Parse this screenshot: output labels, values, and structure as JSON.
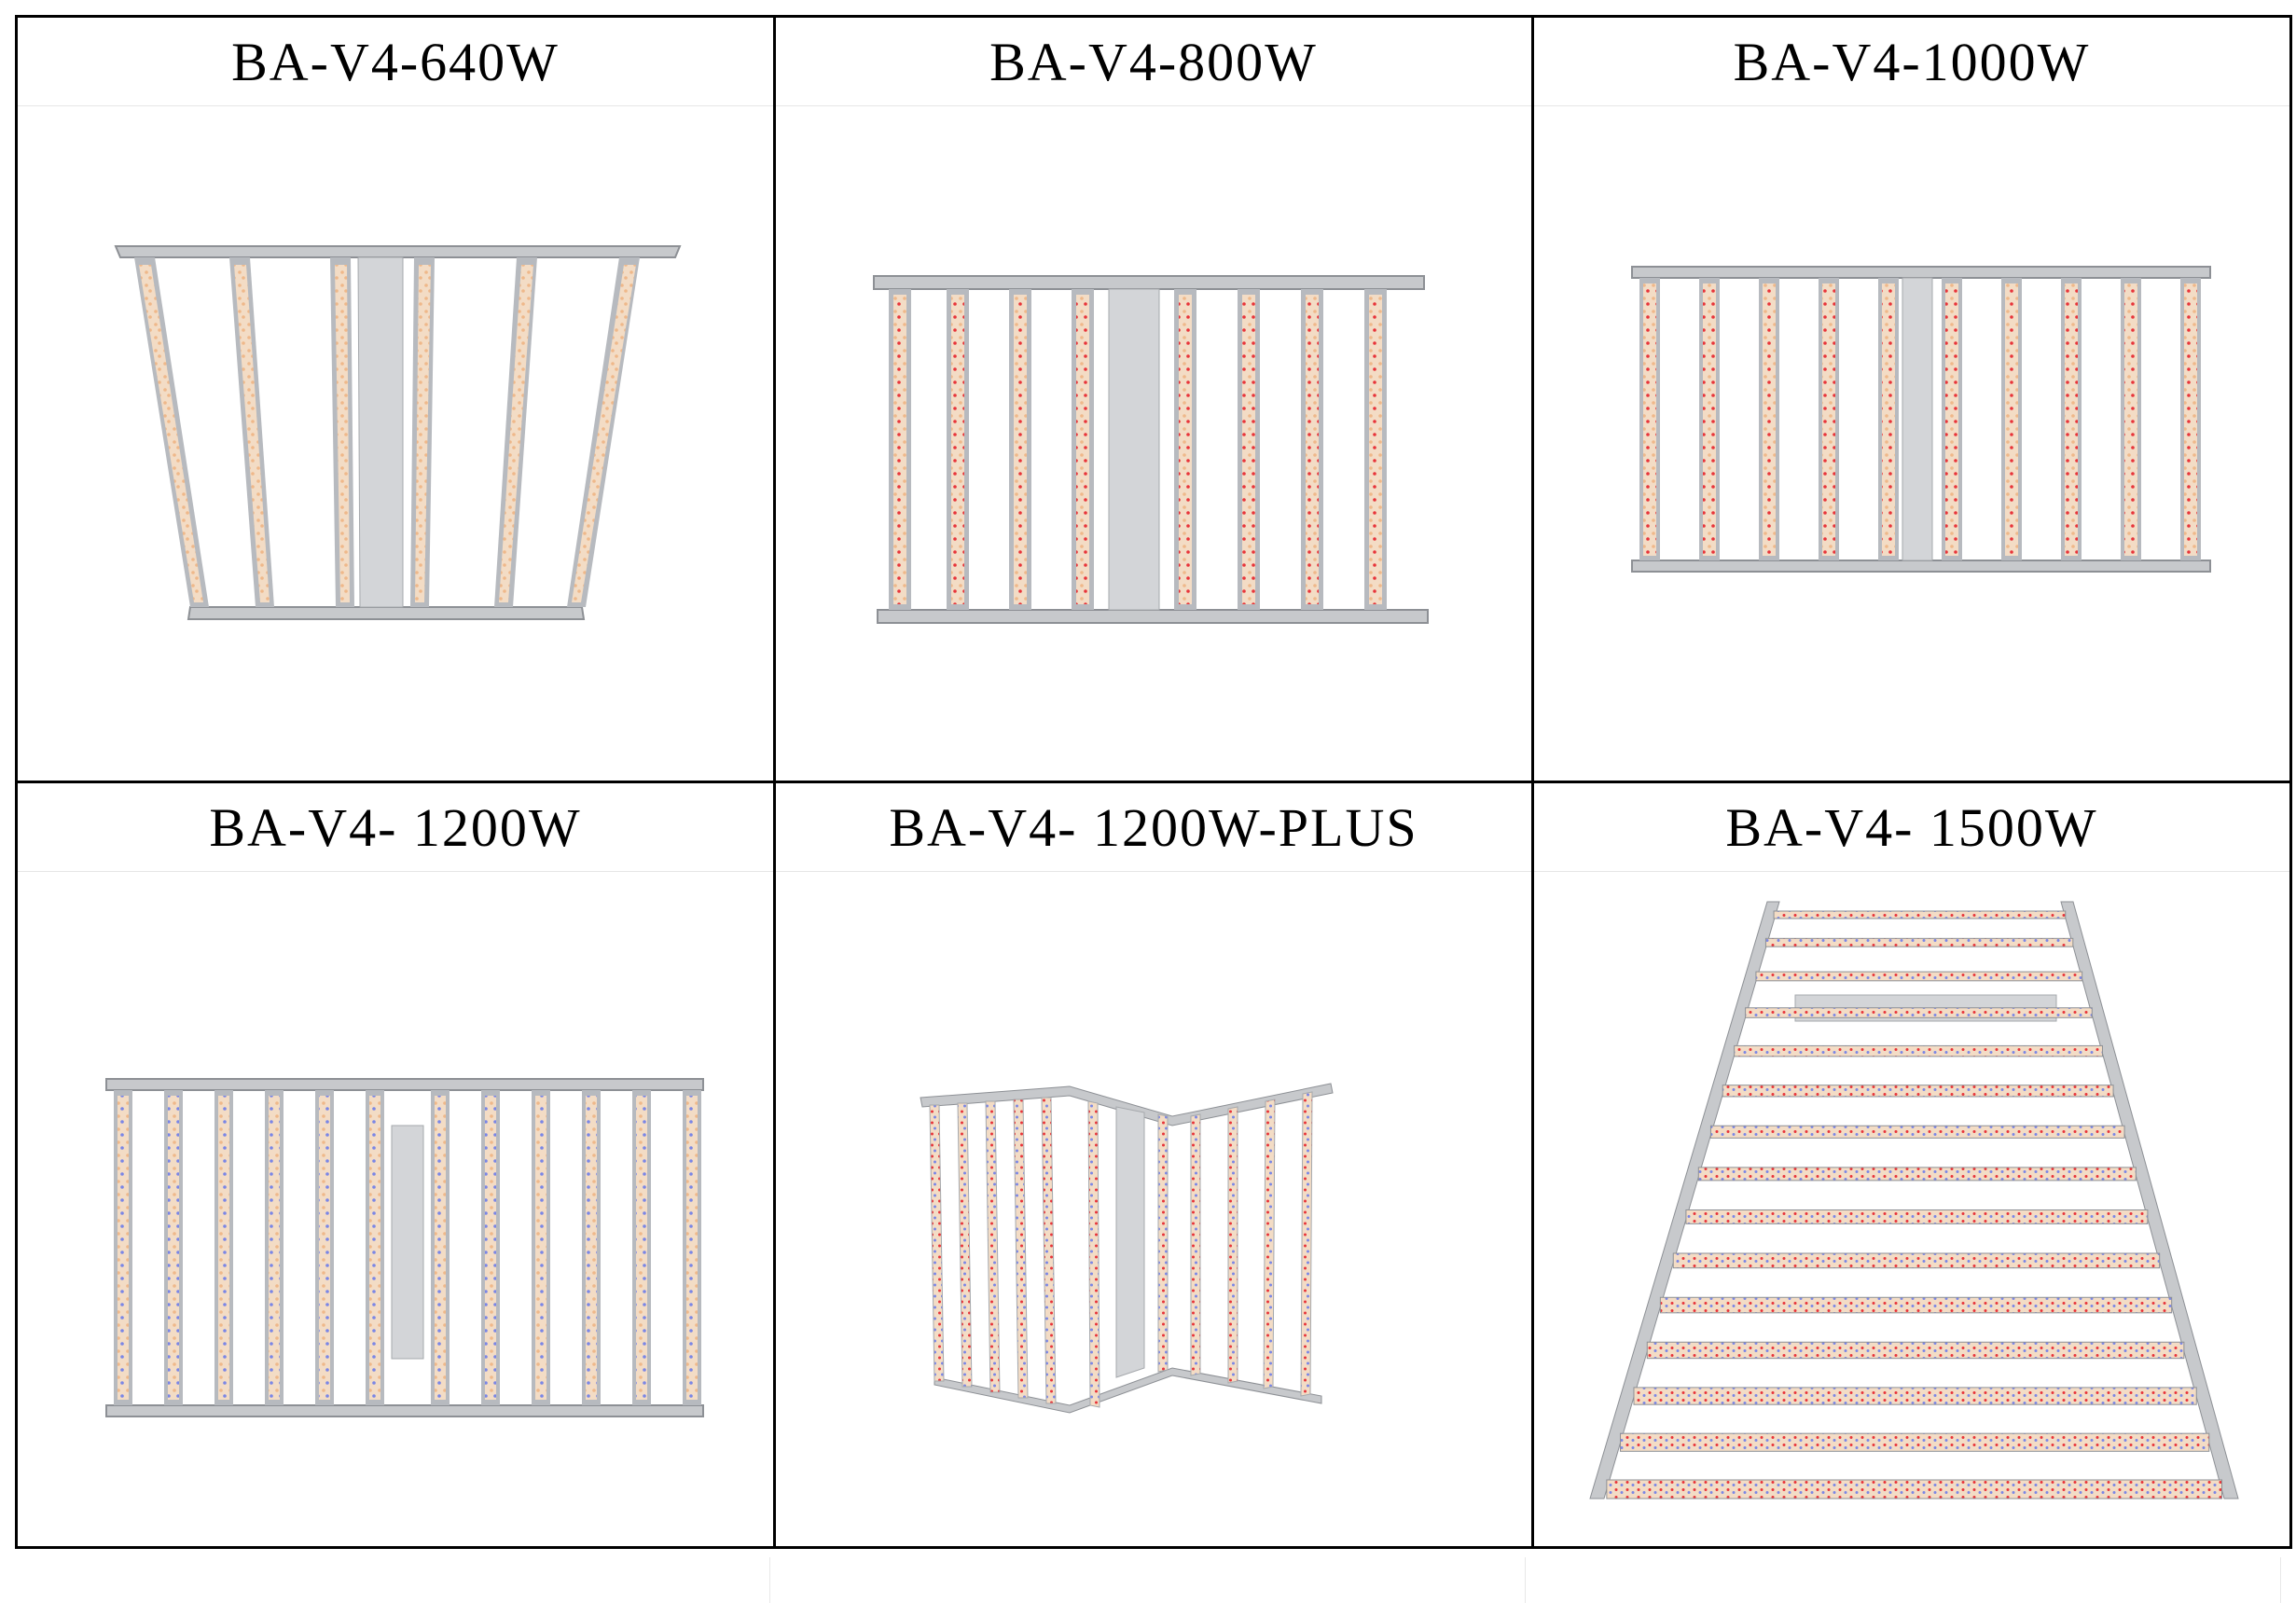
{
  "products": [
    {
      "model": "BA-V4-640W",
      "image": "led-grow-light-6-bar"
    },
    {
      "model": "BA-V4-800W",
      "image": "led-grow-light-8-bar"
    },
    {
      "model": "BA-V4-1000W",
      "image": "led-grow-light-10-bar"
    },
    {
      "model": "BA-V4- 1200W",
      "image": "led-grow-light-12-bar"
    },
    {
      "model": "BA-V4- 1200W-PLUS",
      "image": "led-grow-light-12-bar-folding"
    },
    {
      "model": "BA-V4- 1500W",
      "image": "led-grow-light-15-bar-perspective"
    }
  ],
  "colors": {
    "frame": "#b9bcc0",
    "led_warm": "#f2c9a4",
    "led_red": "#e8343a",
    "led_blue": "#7a86e6"
  }
}
